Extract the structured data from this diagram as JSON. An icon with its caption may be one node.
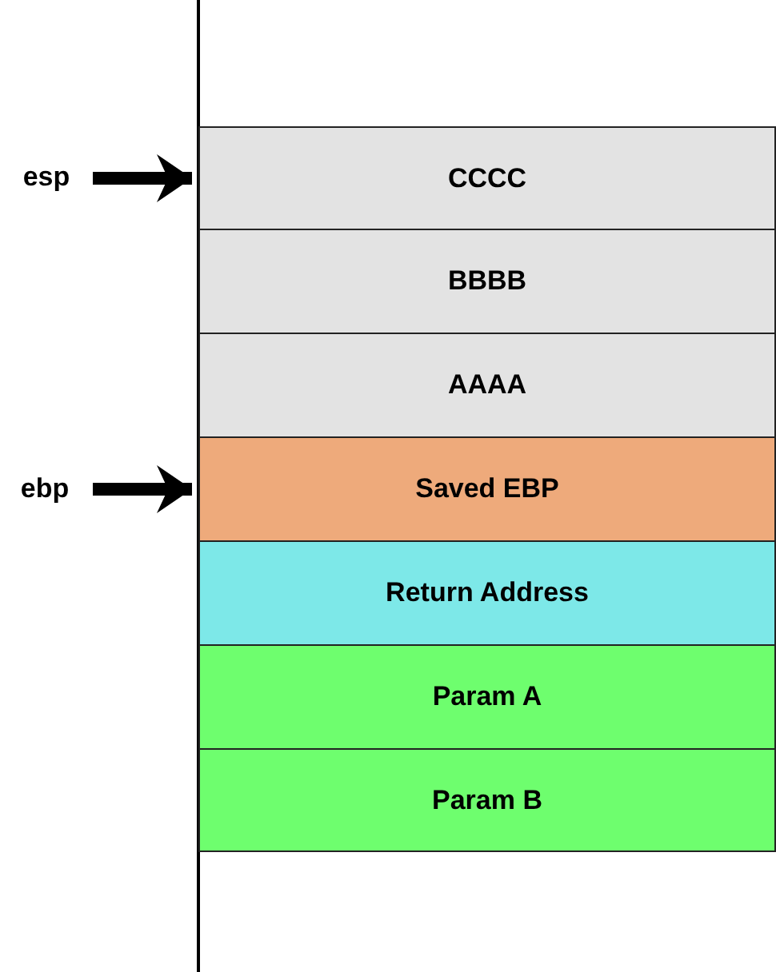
{
  "diagram": {
    "nodes": [
      {
        "text": [
          "esp"
        ]
      },
      {
        "text": [
          "CCCC"
        ]
      },
      {
        "text": [
          "BBBB"
        ]
      },
      {
        "text": [
          "AAAA"
        ]
      },
      {
        "text": [
          "ebp"
        ]
      },
      {
        "text": [
          "Saved EBP"
        ]
      },
      {
        "text": [
          "Return Address"
        ]
      },
      {
        "text": [
          "Param A"
        ]
      },
      {
        "text": [
          "Param B"
        ]
      }
    ],
    "edges": [
      {
        "from": 0,
        "to": 1,
        "arrow": "to"
      },
      {
        "from": 4,
        "to": 5,
        "arrow": "to"
      }
    ]
  }
}
